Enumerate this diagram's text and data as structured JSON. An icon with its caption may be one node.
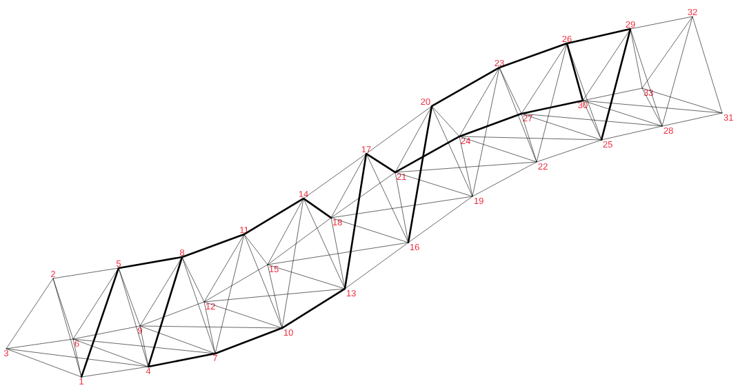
{
  "diagram": {
    "nodes": [
      {
        "text": [
          "1"
        ]
      },
      {
        "text": [
          "2"
        ]
      },
      {
        "text": [
          "3"
        ]
      },
      {
        "text": [
          "4"
        ]
      },
      {
        "text": [
          "5"
        ]
      },
      {
        "text": [
          "6"
        ]
      },
      {
        "text": [
          "7"
        ]
      },
      {
        "text": [
          "8"
        ]
      },
      {
        "text": [
          "9"
        ]
      },
      {
        "text": [
          "10"
        ]
      },
      {
        "text": [
          "11"
        ]
      },
      {
        "text": [
          "12"
        ]
      },
      {
        "text": [
          "13"
        ]
      },
      {
        "text": [
          "14"
        ]
      },
      {
        "text": [
          "15"
        ]
      },
      {
        "text": [
          "16"
        ]
      },
      {
        "text": [
          "17"
        ]
      },
      {
        "text": [
          "18"
        ]
      },
      {
        "text": [
          "19"
        ]
      },
      {
        "text": [
          "20"
        ]
      },
      {
        "text": [
          "21"
        ]
      },
      {
        "text": [
          "22"
        ]
      },
      {
        "text": [
          "23"
        ]
      },
      {
        "text": [
          "24"
        ]
      },
      {
        "text": [
          "25"
        ]
      },
      {
        "text": [
          "26"
        ]
      },
      {
        "text": [
          "27"
        ]
      },
      {
        "text": [
          "28"
        ]
      },
      {
        "text": [
          "29"
        ]
      },
      {
        "text": [
          "30"
        ]
      },
      {
        "text": [
          "31"
        ]
      },
      {
        "text": [
          "32"
        ]
      },
      {
        "text": [
          "33"
        ]
      }
    ],
    "edges": [
      {
        "from": 1,
        "to": 0,
        "arrow": "none"
      },
      {
        "from": 1,
        "to": 2,
        "arrow": "none"
      },
      {
        "from": 0,
        "to": 2,
        "arrow": "none"
      },
      {
        "from": 4,
        "to": 3,
        "arrow": "none"
      },
      {
        "from": 4,
        "to": 5,
        "arrow": "none"
      },
      {
        "from": 3,
        "to": 5,
        "arrow": "none"
      },
      {
        "from": 7,
        "to": 6,
        "arrow": "none"
      },
      {
        "from": 7,
        "to": 8,
        "arrow": "none"
      },
      {
        "from": 6,
        "to": 8,
        "arrow": "none"
      },
      {
        "from": 10,
        "to": 9,
        "arrow": "none"
      },
      {
        "from": 10,
        "to": 11,
        "arrow": "none"
      },
      {
        "from": 9,
        "to": 11,
        "arrow": "none"
      },
      {
        "from": 13,
        "to": 12,
        "arrow": "none"
      },
      {
        "from": 13,
        "to": 14,
        "arrow": "none"
      },
      {
        "from": 12,
        "to": 14,
        "arrow": "none"
      },
      {
        "from": 16,
        "to": 15,
        "arrow": "none"
      },
      {
        "from": 16,
        "to": 17,
        "arrow": "none"
      },
      {
        "from": 15,
        "to": 17,
        "arrow": "none"
      },
      {
        "from": 19,
        "to": 18,
        "arrow": "none"
      },
      {
        "from": 19,
        "to": 20,
        "arrow": "none"
      },
      {
        "from": 18,
        "to": 20,
        "arrow": "none"
      },
      {
        "from": 22,
        "to": 21,
        "arrow": "none"
      },
      {
        "from": 22,
        "to": 23,
        "arrow": "none"
      },
      {
        "from": 21,
        "to": 23,
        "arrow": "none"
      },
      {
        "from": 25,
        "to": 24,
        "arrow": "none"
      },
      {
        "from": 25,
        "to": 26,
        "arrow": "none"
      },
      {
        "from": 24,
        "to": 26,
        "arrow": "none"
      },
      {
        "from": 28,
        "to": 27,
        "arrow": "none"
      },
      {
        "from": 28,
        "to": 29,
        "arrow": "none"
      },
      {
        "from": 27,
        "to": 29,
        "arrow": "none"
      },
      {
        "from": 31,
        "to": 30,
        "arrow": "none"
      },
      {
        "from": 31,
        "to": 32,
        "arrow": "none"
      },
      {
        "from": 30,
        "to": 32,
        "arrow": "none"
      },
      {
        "from": 1,
        "to": 4,
        "arrow": "none"
      },
      {
        "from": 0,
        "to": 3,
        "arrow": "none"
      },
      {
        "from": 2,
        "to": 5,
        "arrow": "none"
      },
      {
        "from": 4,
        "to": 0,
        "arrow": "none",
        "style": "thick"
      },
      {
        "from": 1,
        "to": 5,
        "arrow": "none"
      },
      {
        "from": 2,
        "to": 3,
        "arrow": "none"
      },
      {
        "from": 0,
        "to": 5,
        "arrow": "none"
      },
      {
        "from": 4,
        "to": 7,
        "arrow": "none",
        "style": "thick"
      },
      {
        "from": 3,
        "to": 6,
        "arrow": "none",
        "style": "thick"
      },
      {
        "from": 5,
        "to": 8,
        "arrow": "none"
      },
      {
        "from": 7,
        "to": 3,
        "arrow": "none",
        "style": "thick"
      },
      {
        "from": 4,
        "to": 8,
        "arrow": "none"
      },
      {
        "from": 5,
        "to": 6,
        "arrow": "none"
      },
      {
        "from": 3,
        "to": 8,
        "arrow": "none"
      },
      {
        "from": 7,
        "to": 10,
        "arrow": "none",
        "style": "thick"
      },
      {
        "from": 6,
        "to": 9,
        "arrow": "none",
        "style": "thick"
      },
      {
        "from": 8,
        "to": 11,
        "arrow": "none"
      },
      {
        "from": 10,
        "to": 6,
        "arrow": "none"
      },
      {
        "from": 7,
        "to": 11,
        "arrow": "none"
      },
      {
        "from": 8,
        "to": 9,
        "arrow": "none"
      },
      {
        "from": 6,
        "to": 11,
        "arrow": "none"
      },
      {
        "from": 10,
        "to": 13,
        "arrow": "none",
        "style": "thick"
      },
      {
        "from": 9,
        "to": 12,
        "arrow": "none",
        "style": "thick"
      },
      {
        "from": 11,
        "to": 14,
        "arrow": "none"
      },
      {
        "from": 13,
        "to": 9,
        "arrow": "none"
      },
      {
        "from": 10,
        "to": 14,
        "arrow": "none"
      },
      {
        "from": 11,
        "to": 12,
        "arrow": "none"
      },
      {
        "from": 9,
        "to": 14,
        "arrow": "none"
      },
      {
        "from": 13,
        "to": 16,
        "arrow": "none"
      },
      {
        "from": 12,
        "to": 15,
        "arrow": "none"
      },
      {
        "from": 14,
        "to": 17,
        "arrow": "none"
      },
      {
        "from": 16,
        "to": 12,
        "arrow": "none",
        "style": "thick"
      },
      {
        "from": 13,
        "to": 17,
        "arrow": "none",
        "style": "thick"
      },
      {
        "from": 14,
        "to": 15,
        "arrow": "none"
      },
      {
        "from": 12,
        "to": 17,
        "arrow": "none"
      },
      {
        "from": 16,
        "to": 19,
        "arrow": "none"
      },
      {
        "from": 15,
        "to": 18,
        "arrow": "none"
      },
      {
        "from": 17,
        "to": 20,
        "arrow": "none"
      },
      {
        "from": 19,
        "to": 15,
        "arrow": "none",
        "style": "thick"
      },
      {
        "from": 16,
        "to": 20,
        "arrow": "none",
        "style": "thick"
      },
      {
        "from": 17,
        "to": 18,
        "arrow": "none"
      },
      {
        "from": 15,
        "to": 20,
        "arrow": "none"
      },
      {
        "from": 19,
        "to": 22,
        "arrow": "none",
        "style": "thick"
      },
      {
        "from": 18,
        "to": 21,
        "arrow": "none"
      },
      {
        "from": 20,
        "to": 23,
        "arrow": "none",
        "style": "thick"
      },
      {
        "from": 22,
        "to": 18,
        "arrow": "none"
      },
      {
        "from": 19,
        "to": 23,
        "arrow": "none"
      },
      {
        "from": 20,
        "to": 21,
        "arrow": "none"
      },
      {
        "from": 18,
        "to": 23,
        "arrow": "none"
      },
      {
        "from": 22,
        "to": 25,
        "arrow": "none",
        "style": "thick"
      },
      {
        "from": 21,
        "to": 24,
        "arrow": "none"
      },
      {
        "from": 23,
        "to": 26,
        "arrow": "none",
        "style": "thick"
      },
      {
        "from": 25,
        "to": 21,
        "arrow": "none"
      },
      {
        "from": 22,
        "to": 26,
        "arrow": "none"
      },
      {
        "from": 23,
        "to": 24,
        "arrow": "none"
      },
      {
        "from": 21,
        "to": 26,
        "arrow": "none"
      },
      {
        "from": 25,
        "to": 28,
        "arrow": "none",
        "style": "thick"
      },
      {
        "from": 24,
        "to": 27,
        "arrow": "none"
      },
      {
        "from": 26,
        "to": 29,
        "arrow": "none",
        "style": "thick"
      },
      {
        "from": 28,
        "to": 24,
        "arrow": "none",
        "style": "thick"
      },
      {
        "from": 25,
        "to": 29,
        "arrow": "none",
        "style": "thick"
      },
      {
        "from": 26,
        "to": 27,
        "arrow": "none"
      },
      {
        "from": 24,
        "to": 29,
        "arrow": "none"
      },
      {
        "from": 28,
        "to": 31,
        "arrow": "none"
      },
      {
        "from": 27,
        "to": 30,
        "arrow": "none"
      },
      {
        "from": 29,
        "to": 32,
        "arrow": "none"
      },
      {
        "from": 31,
        "to": 27,
        "arrow": "none"
      },
      {
        "from": 28,
        "to": 32,
        "arrow": "none"
      },
      {
        "from": 29,
        "to": 30,
        "arrow": "none"
      },
      {
        "from": 27,
        "to": 32,
        "arrow": "none"
      }
    ]
  }
}
